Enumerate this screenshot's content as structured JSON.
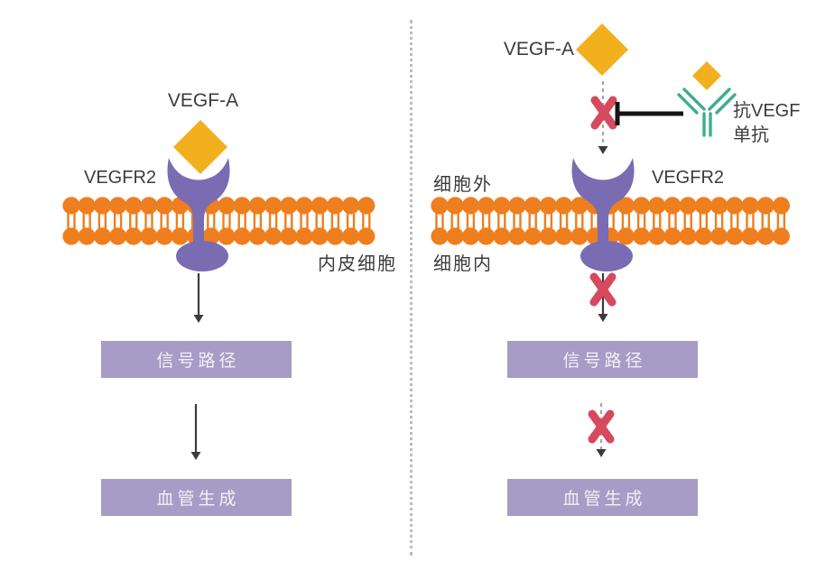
{
  "diagram": {
    "left_panel": {
      "vegfa_label": "VEGF-A",
      "vegfr2_label": "VEGFR2",
      "cell_label": "内皮细胞",
      "box1": "信号路径",
      "box2": "血管生成"
    },
    "right_panel": {
      "vegfa_label": "VEGF-A",
      "vegfr2_label": "VEGFR2",
      "extracellular_label": "细胞外",
      "intracellular_label": "细胞内",
      "antibody_label_line1": "抗VEGF",
      "antibody_label_line2": "单抗",
      "box1": "信号路径",
      "box2": "血管生成"
    },
    "icons": {
      "ligand": "diamond-icon",
      "receptor": "receptor-goblet-icon",
      "membrane": "lipid-bilayer-icon",
      "antibody": "y-antibody-icon",
      "blocked": "red-x-icon",
      "inhibition": "t-bar-inhibition-icon"
    },
    "colors": {
      "diamond": "#F2AF1E",
      "receptor": "#7A6CB2",
      "membrane": "#EE7E1E",
      "box": "#A79CC6",
      "box_text": "#F3F0F7",
      "antibody": "#3EAE8C",
      "cross": "#D6495F",
      "arrow": "#3C3C3C",
      "dash": "#A6A6A6",
      "inhibit": "#141414",
      "divider": "#BDBDBD",
      "text": "#3C3C3C"
    }
  }
}
